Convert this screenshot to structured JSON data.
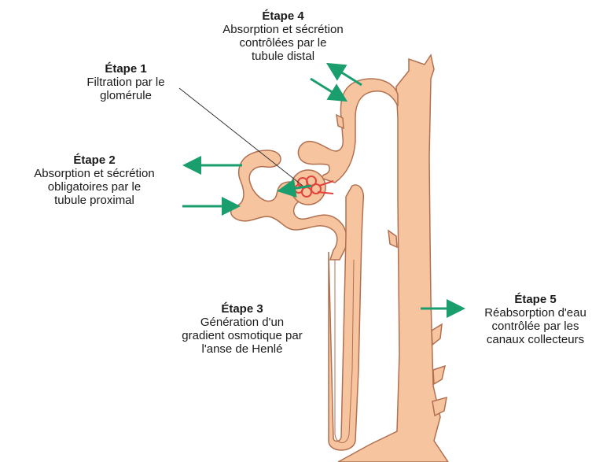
{
  "colors": {
    "tubule_fill": "#f7c4a0",
    "tubule_stroke": "#b07050",
    "glomerulus": "#e0443a",
    "arrow": "#1b9e6e"
  },
  "steps": [
    {
      "title": "Étape 1",
      "lines": [
        "Filtration par le",
        "glomérule"
      ]
    },
    {
      "title": "Étape 2",
      "lines": [
        "Absorption et sécrétion",
        "obligatoires par le",
        "tubule proximal"
      ]
    },
    {
      "title": "Étape 3",
      "lines": [
        "Génération d'un",
        "gradient osmotique par",
        "l'anse de Henlé"
      ]
    },
    {
      "title": "Étape 4",
      "lines": [
        "Absorption et sécrétion",
        "contrôlées par le",
        "tubule distal"
      ]
    },
    {
      "title": "Étape 5",
      "lines": [
        "Réabsorption d'eau",
        "contrôlée par les",
        "canaux collecteurs"
      ]
    }
  ]
}
